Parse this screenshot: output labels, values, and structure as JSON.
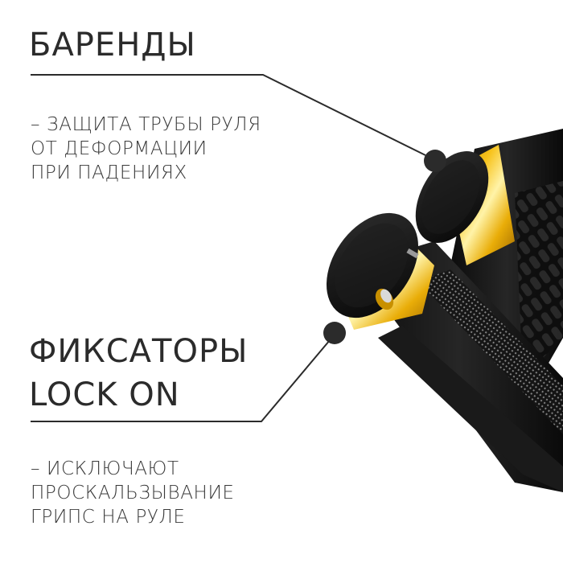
{
  "colors": {
    "background": "#ffffff",
    "text": "#2b2b2b",
    "line": "#2b2b2b",
    "dot": "#2b2b2b",
    "gold": "#e8b10a",
    "rubber": "#141414"
  },
  "callouts": [
    {
      "title_lines": [
        "БАРЕНДЫ"
      ],
      "description_lines": [
        "– ЗАЩИТА ТРУБЫ РУЛЯ",
        "ОТ ДЕФОРМАЦИИ",
        "ПРИ ПАДЕНИЯХ"
      ],
      "pointer_icon": "dot-icon"
    },
    {
      "title_lines": [
        "ФИКСАТОРЫ",
        "LOCK ON"
      ],
      "description_lines": [
        "– ИСКЛЮЧАЮТ",
        "ПРОСКАЛЬЗЫВАНИЕ",
        "ГРИПС НА РУЛЕ"
      ],
      "pointer_icon": "dot-icon"
    }
  ],
  "product_image": {
    "subject": "bicycle-handlebar-grips-with-gold-lock-on-clamps-and-bar-ends"
  }
}
